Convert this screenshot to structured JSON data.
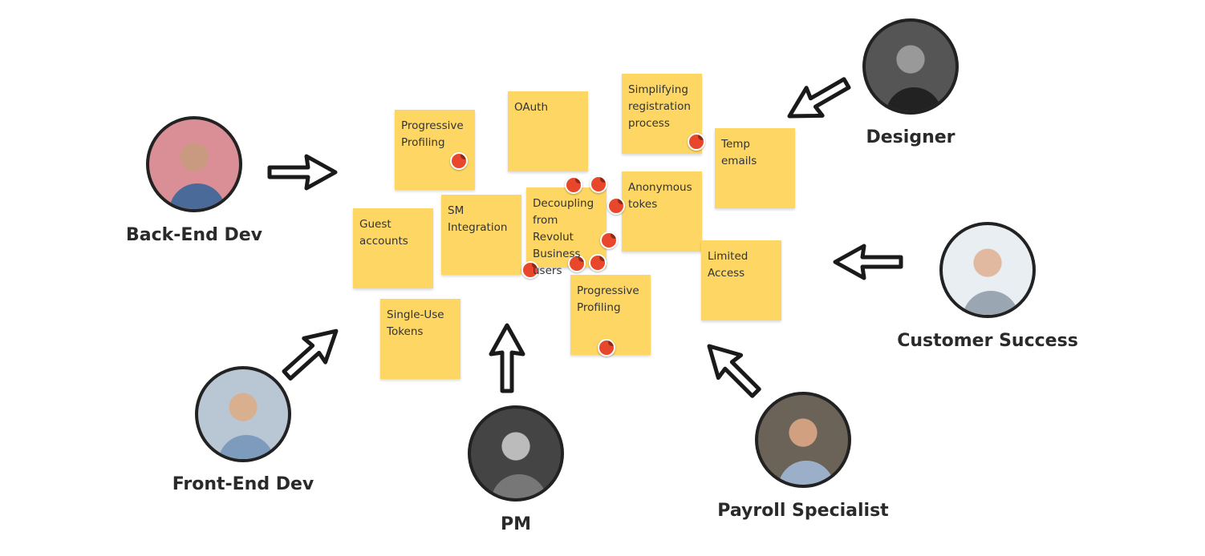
{
  "notes": [
    {
      "text": "Progressive Profiling"
    },
    {
      "text": "OAuth"
    },
    {
      "text": "Simplifying registration process"
    },
    {
      "text": "Temp emails"
    },
    {
      "text": "Anonymous tokes"
    },
    {
      "text": "Guest accounts"
    },
    {
      "text": "SM Integration"
    },
    {
      "text": "Decoupling from Revolut Business users"
    },
    {
      "text": "Limited Access"
    },
    {
      "text": "Progressive Profiling"
    },
    {
      "text": "Single-Use Tokens"
    }
  ],
  "people": [
    {
      "role": "Back-End Dev",
      "bg": "#d98f95"
    },
    {
      "role": "Designer",
      "bg": "#555555"
    },
    {
      "role": "Customer Success",
      "bg": "#e9eef2"
    },
    {
      "role": "Front-End Dev",
      "bg": "#b9c7d4"
    },
    {
      "role": "PM",
      "bg": "#444444"
    },
    {
      "role": "Payroll Specialist",
      "bg": "#6b6258"
    }
  ],
  "colors": {
    "sticky": "#FDD663",
    "vote": "#E8472B"
  }
}
